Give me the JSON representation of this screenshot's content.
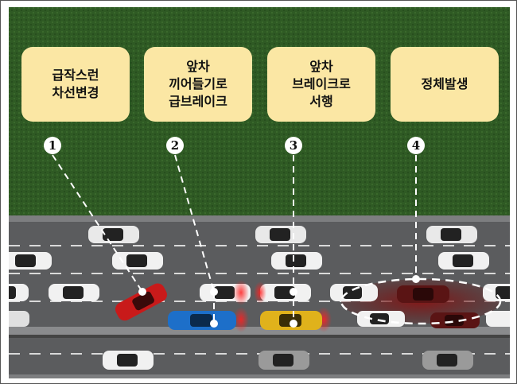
{
  "steps": [
    {
      "label": "급작스런\n차선변경",
      "number": "1"
    },
    {
      "label": "앞차\n끼어들기로\n급브레이크",
      "number": "2"
    },
    {
      "label": "앞차\n브레이크로\n서행",
      "number": "3"
    },
    {
      "label": "정체발생",
      "number": "4"
    }
  ],
  "colors": {
    "grass": "#2f5a24",
    "label_fill": "#fbe7a4",
    "road": "#5b5c5e",
    "lane_car_red": "#c81a1a",
    "lane_car_blue": "#1d6fc9",
    "lane_car_yellow": "#e0b21b",
    "congestion": "#5a1414"
  }
}
